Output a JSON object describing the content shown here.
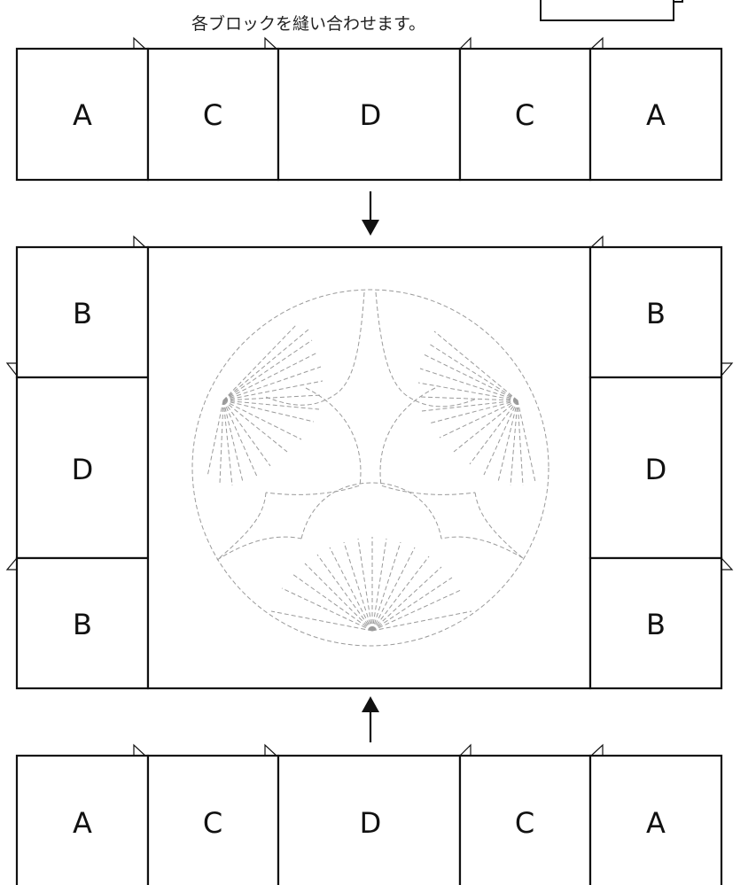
{
  "caption": "各ブロックを縫い合わせます。",
  "top_row": {
    "blocks": [
      {
        "label": "A"
      },
      {
        "label": "C"
      },
      {
        "label": "D"
      },
      {
        "label": "C"
      },
      {
        "label": "A"
      }
    ]
  },
  "middle_section": {
    "left_column": [
      {
        "label": "B"
      },
      {
        "label": "D"
      },
      {
        "label": "B"
      }
    ],
    "center_panel": {
      "quilting_motif": "pine-fan-circle-stitch-pattern"
    },
    "right_column": [
      {
        "label": "B"
      },
      {
        "label": "D"
      },
      {
        "label": "B"
      }
    ]
  },
  "bottom_row": {
    "blocks": [
      {
        "label": "A"
      },
      {
        "label": "C"
      },
      {
        "label": "D"
      },
      {
        "label": "C"
      },
      {
        "label": "A"
      }
    ]
  },
  "arrows": {
    "top_direction": "down",
    "bottom_direction": "up"
  },
  "colors": {
    "outline": "#111111",
    "stitch_line": "#9a9a9a",
    "background": "#ffffff"
  }
}
